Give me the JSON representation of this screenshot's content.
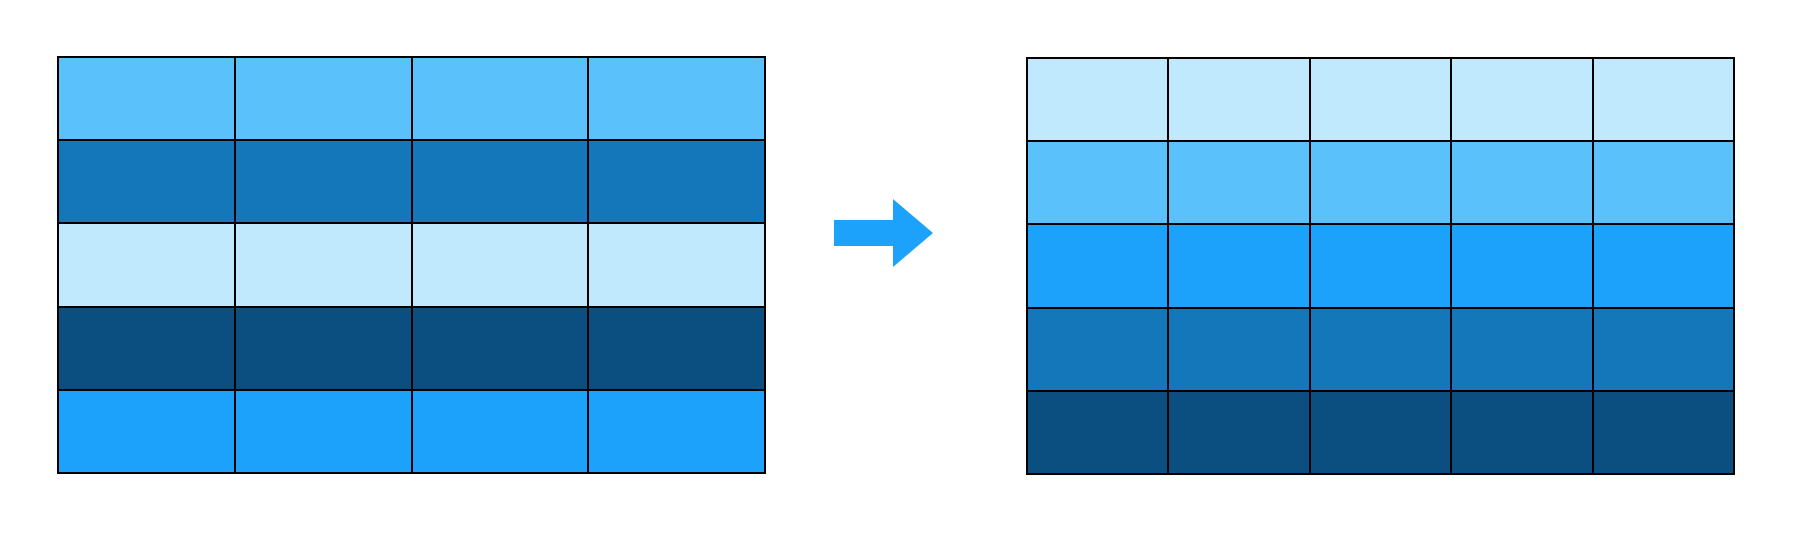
{
  "colors": {
    "c1": "#5BC1FB",
    "c2": "#1377B9",
    "c3": "#C1E9FE",
    "c4": "#0A4F80",
    "c5": "#1DA2FC",
    "border": "#000000",
    "arrow": "#1DA2FC"
  },
  "before_grid": {
    "columns": 4,
    "row_colors": [
      "c1",
      "c2",
      "c3",
      "c4",
      "c5"
    ]
  },
  "after_grid": {
    "columns": 5,
    "row_colors": [
      "c3",
      "c1",
      "c5",
      "c2",
      "c4"
    ]
  },
  "arrow": {
    "direction": "right",
    "icon": "arrow-right-icon"
  }
}
